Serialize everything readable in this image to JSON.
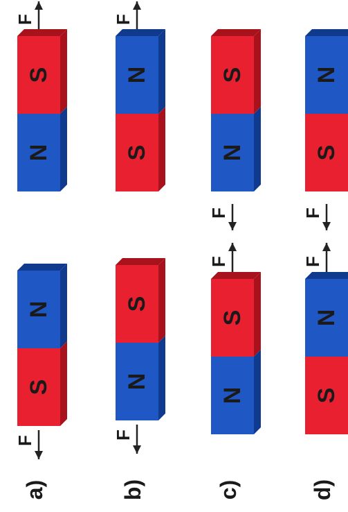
{
  "colors": {
    "north_pole": "#1f57c4",
    "south_pole": "#e8202f",
    "north_side": "#103a8e",
    "south_side": "#a8121d",
    "text": "#1a1a1a",
    "arrow": "#222222"
  },
  "force_label": "F",
  "rows": [
    {
      "label": "a)",
      "left_magnet": [
        "S",
        "N"
      ],
      "right_magnet": [
        "N",
        "S"
      ],
      "left_force": "down",
      "right_force": "up"
    },
    {
      "label": "b)",
      "left_magnet": [
        "N",
        "S"
      ],
      "right_magnet": [
        "S",
        "N"
      ],
      "left_force": "down",
      "right_force": "up"
    },
    {
      "label": "c)",
      "left_magnet": [
        "N",
        "S"
      ],
      "right_magnet": [
        "N",
        "S"
      ],
      "left_force": "up",
      "right_force": "down"
    },
    {
      "label": "d)",
      "left_magnet": [
        "S",
        "N"
      ],
      "right_magnet": [
        "S",
        "N"
      ],
      "left_force": "up",
      "right_force": "down"
    }
  ]
}
